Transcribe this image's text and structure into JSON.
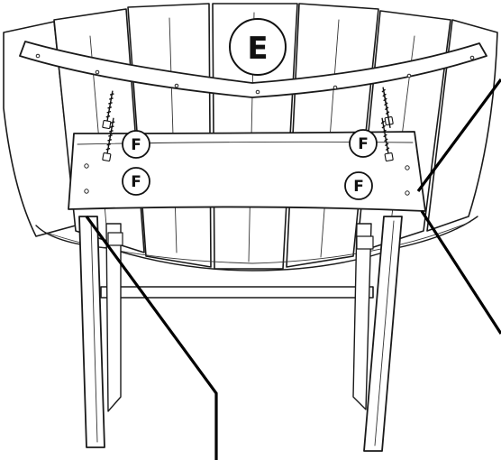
{
  "labels": {
    "seat_back": "E",
    "screw_top_left": "F",
    "screw_bottom_left": "F",
    "screw_top_right": "F",
    "screw_bottom_right": "F"
  },
  "colors": {
    "ink": "#1a1a1a",
    "paper": "#ffffff"
  }
}
